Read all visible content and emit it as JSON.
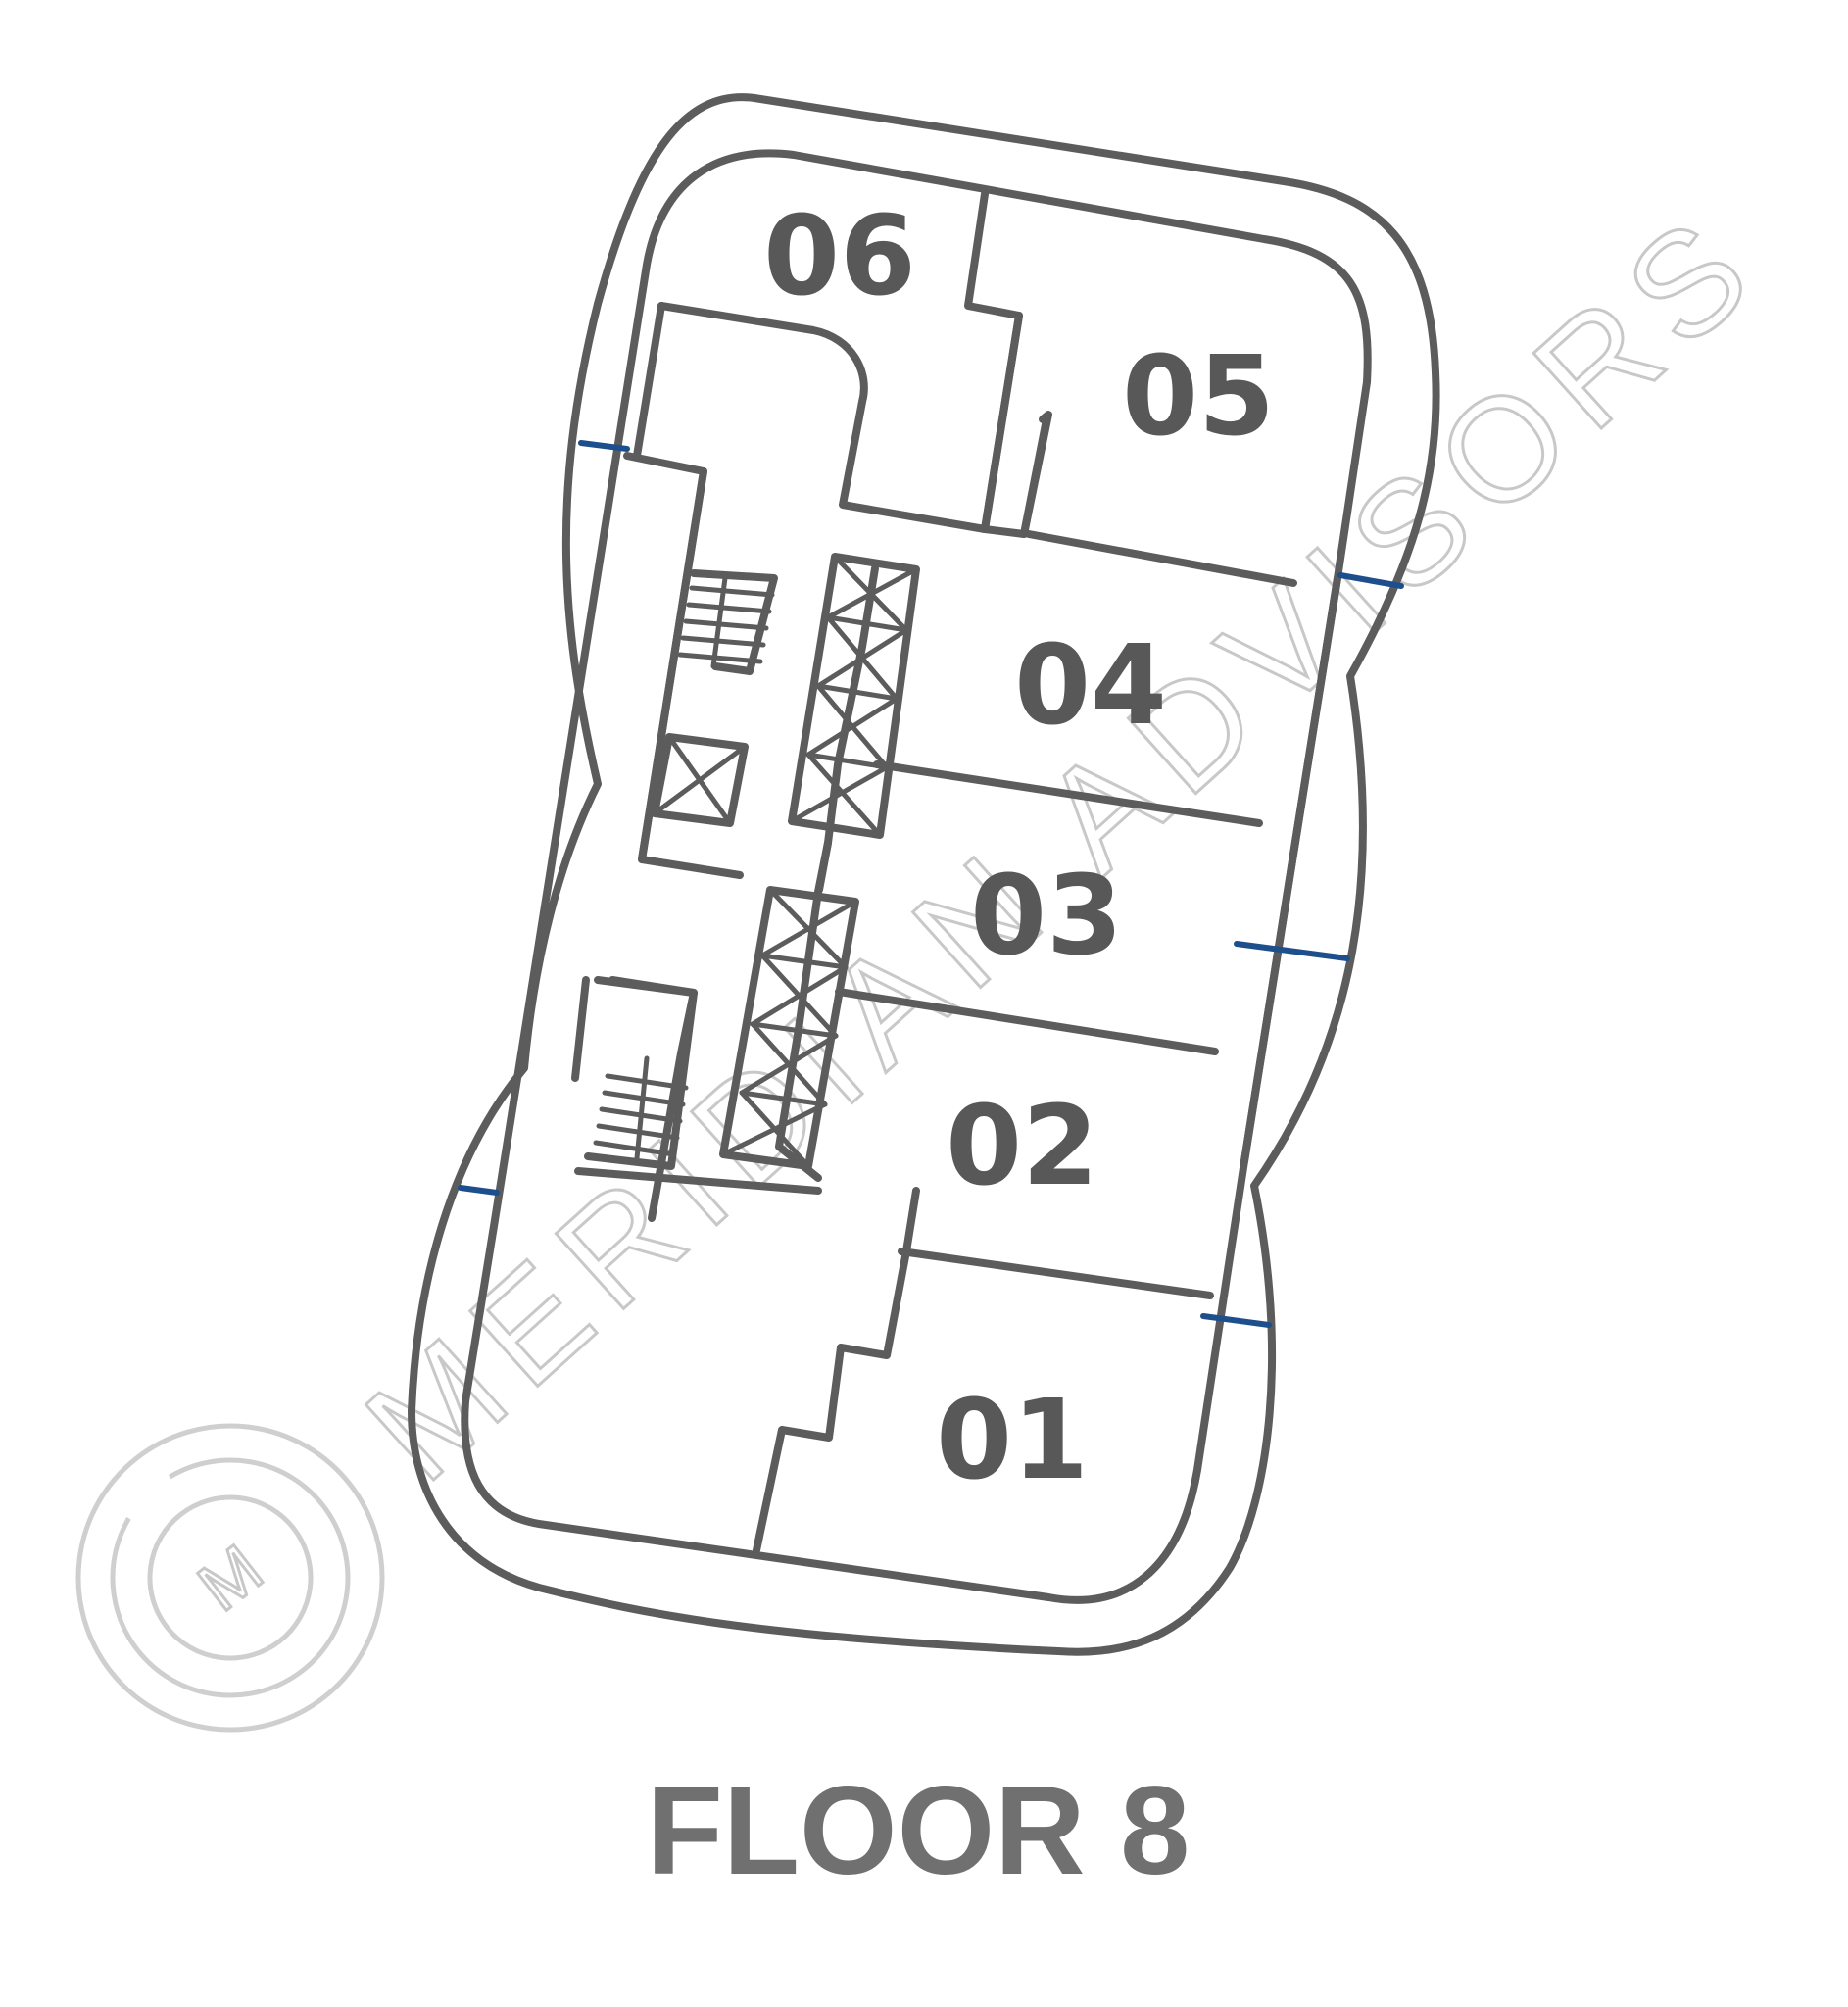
{
  "units": [
    {
      "id": "unit-01",
      "label": "01"
    },
    {
      "id": "unit-02",
      "label": "02"
    },
    {
      "id": "unit-03",
      "label": "03"
    },
    {
      "id": "unit-04",
      "label": "04"
    },
    {
      "id": "unit-05",
      "label": "05"
    },
    {
      "id": "unit-06",
      "label": "06"
    }
  ],
  "floor_title": "FLOOR 8",
  "watermark": {
    "text": "MERIDIAN ADVISORS",
    "logo_letter": "M"
  },
  "colors": {
    "wall": "#5c5c5c",
    "window": "#1d4f8c",
    "watermark": "#c8c8c8",
    "title": "#707070"
  }
}
